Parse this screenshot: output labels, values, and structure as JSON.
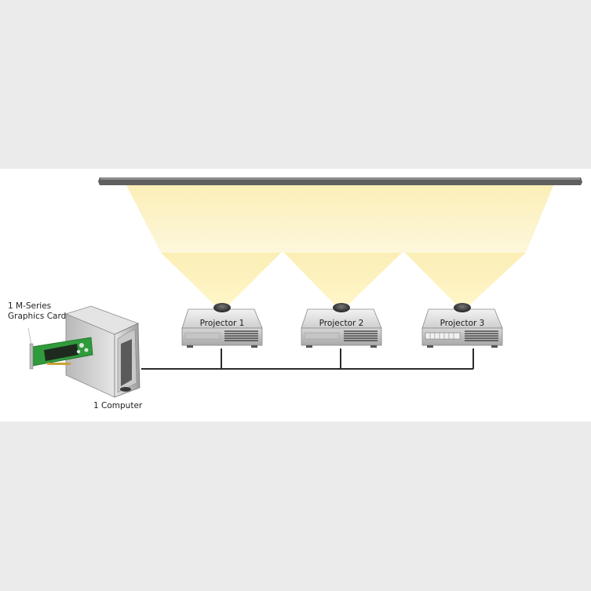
{
  "diagram": {
    "card_label_line1": "1 M-Series",
    "card_label_line2": "Graphics Card",
    "computer_label": "1 Computer",
    "projectors": [
      {
        "label": "Projector 1"
      },
      {
        "label": "Projector 2"
      },
      {
        "label": "Projector 3"
      }
    ],
    "colors": {
      "background_band": "#ebebeb",
      "canvas": "#ffffff",
      "light_beam": "#fbeeb6",
      "screen_bar": "#6b6b6b",
      "cable": "#2b2b2b",
      "projector_body": "#d9d9d9",
      "card_pcb": "#2f9b3a"
    }
  }
}
